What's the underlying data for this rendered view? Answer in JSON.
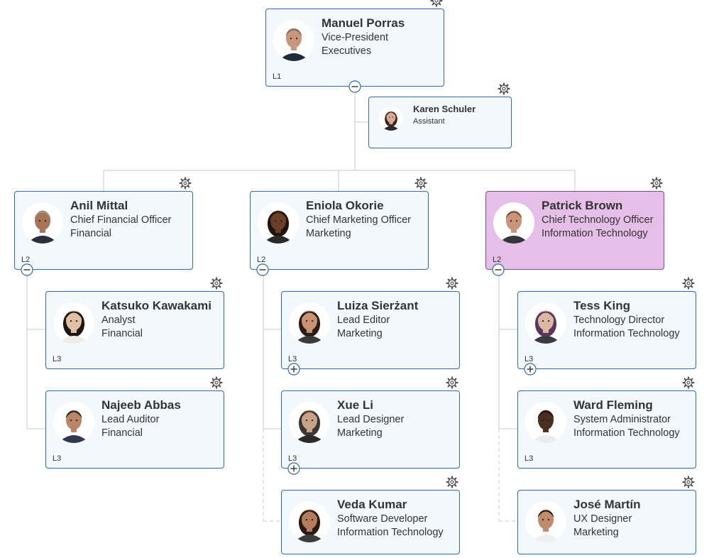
{
  "nodes": [
    {
      "id": "manuel",
      "name": "Manuel Porras",
      "title": "Vice-President",
      "dept": "Executives",
      "level": "L1",
      "toggle": "collapse"
    },
    {
      "id": "karen",
      "name": "Karen Schuler",
      "title": "Assistant",
      "dept": "",
      "level": "",
      "toggle": ""
    },
    {
      "id": "anil",
      "name": "Anil Mittal",
      "title": "Chief Financial Officer",
      "dept": "Financial",
      "level": "L2",
      "toggle": "collapse"
    },
    {
      "id": "eniola",
      "name": "Eniola Okorie",
      "title": "Chief Marketing Officer",
      "dept": "Marketing",
      "level": "L2",
      "toggle": "collapse"
    },
    {
      "id": "patrick",
      "name": "Patrick Brown",
      "title": "Chief Technology Officer",
      "dept": "Information Technology",
      "level": "L2",
      "toggle": "collapse",
      "highlighted": true
    },
    {
      "id": "katsuko",
      "name": "Katsuko Kawakami",
      "title": "Analyst",
      "dept": "Financial",
      "level": "L3",
      "toggle": ""
    },
    {
      "id": "najeeb",
      "name": "Najeeb Abbas",
      "title": "Lead Auditor",
      "dept": "Financial",
      "level": "L3",
      "toggle": ""
    },
    {
      "id": "luiza",
      "name": "Luiza Sierżant",
      "title": "Lead Editor",
      "dept": "Marketing",
      "level": "L3",
      "toggle": "expand"
    },
    {
      "id": "xue",
      "name": "Xue Li",
      "title": "Lead Designer",
      "dept": "Marketing",
      "level": "L3",
      "toggle": "expand"
    },
    {
      "id": "veda",
      "name": "Veda Kumar",
      "title": "Software Developer",
      "dept": "Information Technology",
      "level": "",
      "toggle": ""
    },
    {
      "id": "tess",
      "name": "Tess King",
      "title": "Technology Director",
      "dept": "Information Technology",
      "level": "L3",
      "toggle": "expand"
    },
    {
      "id": "ward",
      "name": "Ward Fleming",
      "title": "System Administrator",
      "dept": "Information Technology",
      "level": "L3",
      "toggle": ""
    },
    {
      "id": "jose",
      "name": "José Martín",
      "title": "UX Designer",
      "dept": "Marketing",
      "level": "",
      "toggle": ""
    }
  ],
  "colors": {
    "card_bg": "#f3f8fc",
    "card_border": "#2f6ca8",
    "highlight_bg": "#e6bfe8",
    "highlight_border": "#7a4c93",
    "connector": "#c8c8c8",
    "text": "#333333"
  },
  "icons": {
    "settings": "gear-icon",
    "collapse": "minus-circle-icon",
    "expand": "plus-circle-icon",
    "photo": "person-avatar-icon"
  }
}
